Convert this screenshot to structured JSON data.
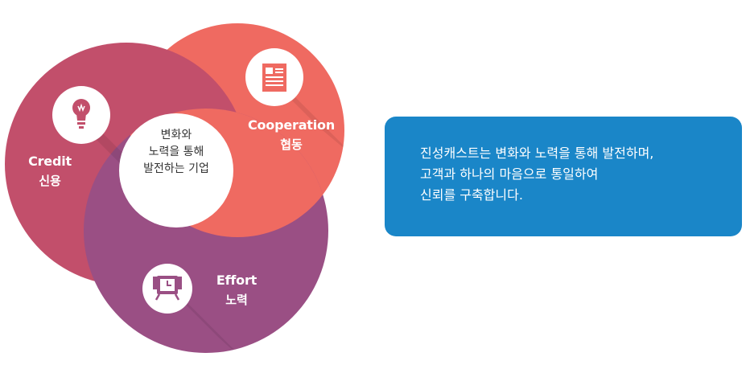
{
  "colors": {
    "cooperation": "#ef6a61",
    "credit": "#c24f6b",
    "effort": "#9a4f84",
    "info_box": "#1a86c8"
  },
  "circles": {
    "credit": {
      "en": "Credit",
      "ko": "신용",
      "icon": "lightbulb-icon"
    },
    "cooperation": {
      "en": "Cooperation",
      "ko": "협동",
      "icon": "document-icon"
    },
    "effort": {
      "en": "Effort",
      "ko": "노력",
      "icon": "alarm-clock-icon"
    }
  },
  "center": {
    "lines": [
      "변화와",
      "노력을 통해",
      "발전하는 기업"
    ]
  },
  "info": {
    "lines": [
      "진성캐스트는 변화와 노력을 통해 발전하며,",
      "고객과 하나의 마음으로 통일하여",
      "신뢰를 구축합니다."
    ]
  }
}
